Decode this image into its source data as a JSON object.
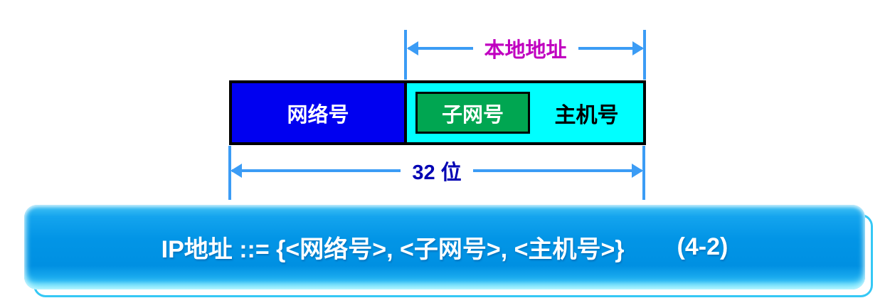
{
  "diagram": {
    "top_measure": {
      "label": "本地地址",
      "label_color": "#c000c0"
    },
    "bottom_measure": {
      "label": "32 位",
      "label_color": "#0000b3"
    },
    "arrow_color": "#3b9cf5",
    "bar": {
      "network_field": {
        "label": "网络号",
        "bg_color": "#0000f0",
        "text_color": "#ffffff"
      },
      "subnet_field": {
        "label": "子网号",
        "bg_color": "#00a651",
        "text_color": "#ffffff"
      },
      "host_field": {
        "label": "主机号",
        "bg_color": "#00ffff",
        "text_color": "#000000"
      },
      "border_color": "#000000"
    }
  },
  "banner": {
    "formula": "IP地址 ::= {<网络号>, <子网号>, <主机号>}",
    "equation_number": "(4-2)",
    "bg_color": "#0090e2",
    "text_color": "#ffffff"
  }
}
